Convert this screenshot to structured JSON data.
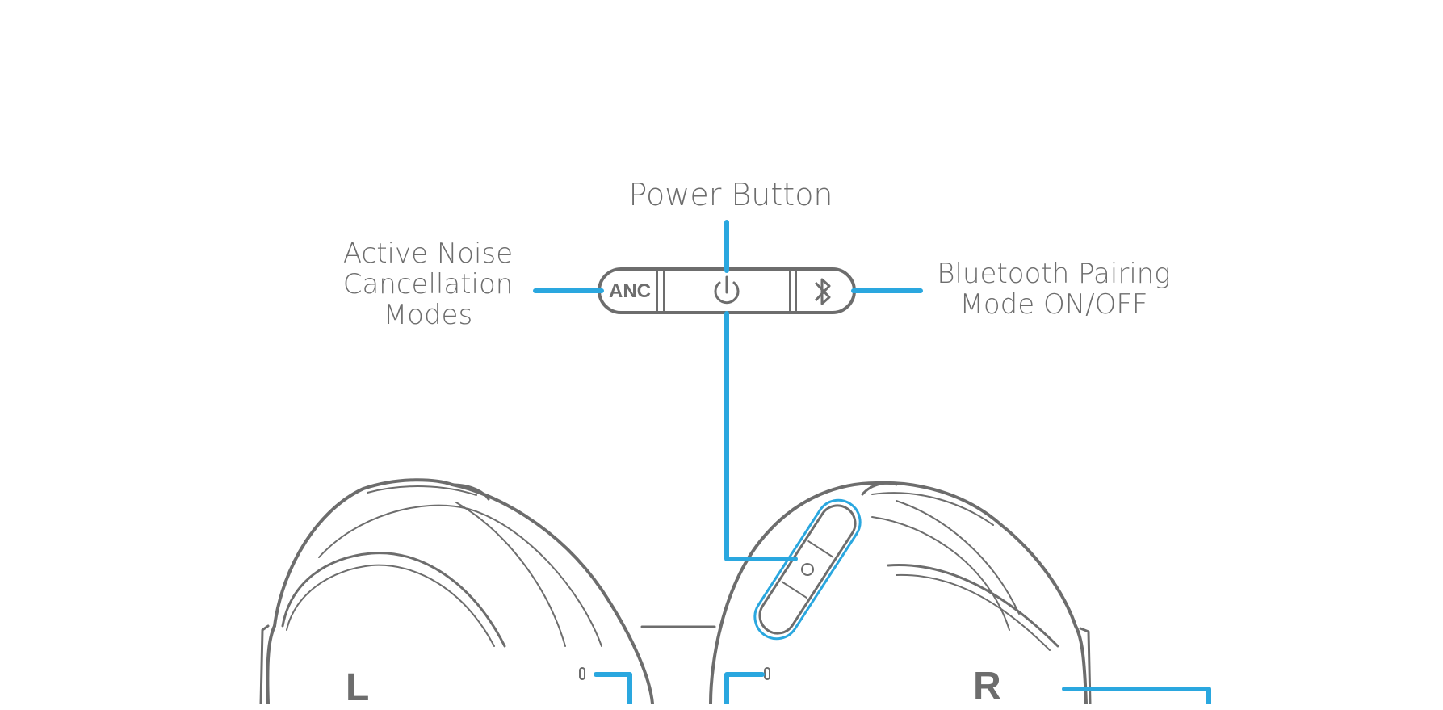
{
  "labels": {
    "power": "Power Button",
    "anc_line1": "Active Noise",
    "anc_line2": "Cancellation",
    "anc_line3": "Modes",
    "bluetooth_line1": "Bluetooth Pairing",
    "bluetooth_line2": "Mode ON/OFF"
  },
  "button_strip": {
    "anc_text": "ANC"
  },
  "earcups": {
    "left": "L",
    "right": "R"
  },
  "colors": {
    "callout": "#2aa7df",
    "outline": "#6d6d6d",
    "label_text": "#6d6d6d"
  }
}
